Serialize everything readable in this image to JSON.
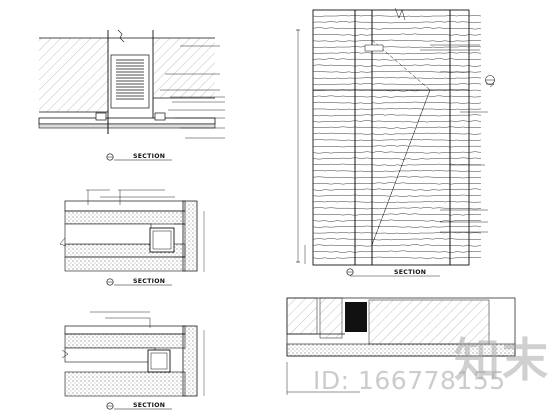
{
  "drawing": {
    "sections": [
      {
        "id": "top-left",
        "title": "SECTION"
      },
      {
        "id": "middle-left",
        "title": "SECTION"
      },
      {
        "id": "bottom-left",
        "title": "SECTION"
      },
      {
        "id": "right-elevation",
        "title": "SECTION"
      }
    ],
    "section_title": "SECTION",
    "watermark": {
      "logo_text": "知末",
      "id_text": "ID: 166778155"
    },
    "colors": {
      "line": "#111111",
      "hatch": "#222222",
      "watermark": "#aaaaaa"
    }
  }
}
